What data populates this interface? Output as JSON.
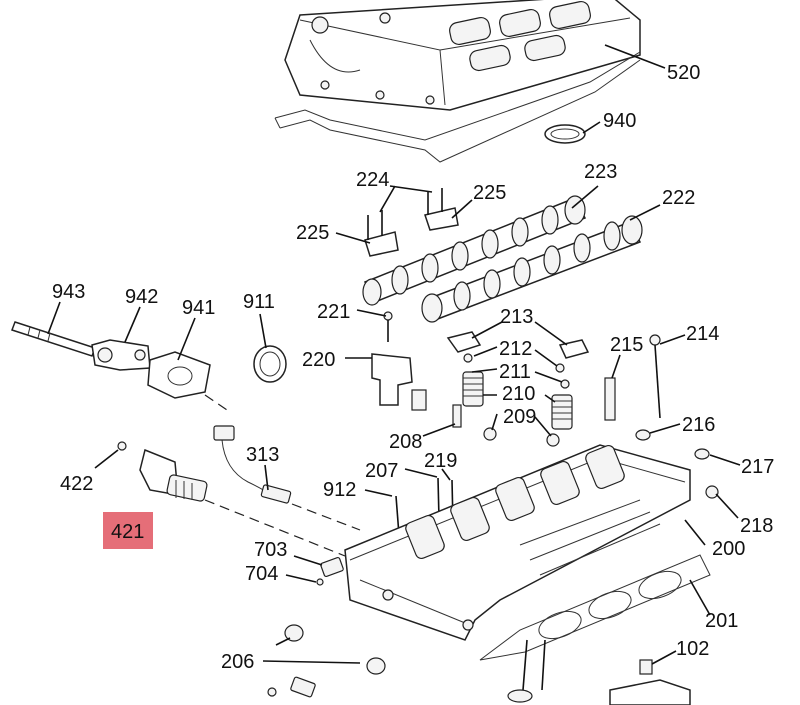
{
  "callouts": {
    "c520": "520",
    "c940": "940",
    "c224": "224",
    "c225a": "225",
    "c225b": "225",
    "c223": "223",
    "c222": "222",
    "c943": "943",
    "c942": "942",
    "c941": "941",
    "c911": "911",
    "c221": "221",
    "c213": "213",
    "c220": "220",
    "c212": "212",
    "c211": "211",
    "c215": "215",
    "c214": "214",
    "c210": "210",
    "c209": "209",
    "c208": "208",
    "c216": "216",
    "c422": "422",
    "c313": "313",
    "c217": "217",
    "c207": "207",
    "c219": "219",
    "c912": "912",
    "c218": "218",
    "c421": "421",
    "c200": "200",
    "c703": "703",
    "c704": "704",
    "c201": "201",
    "c206": "206",
    "c102": "102"
  },
  "highlight": {
    "color": "#e05560",
    "part": "421"
  }
}
